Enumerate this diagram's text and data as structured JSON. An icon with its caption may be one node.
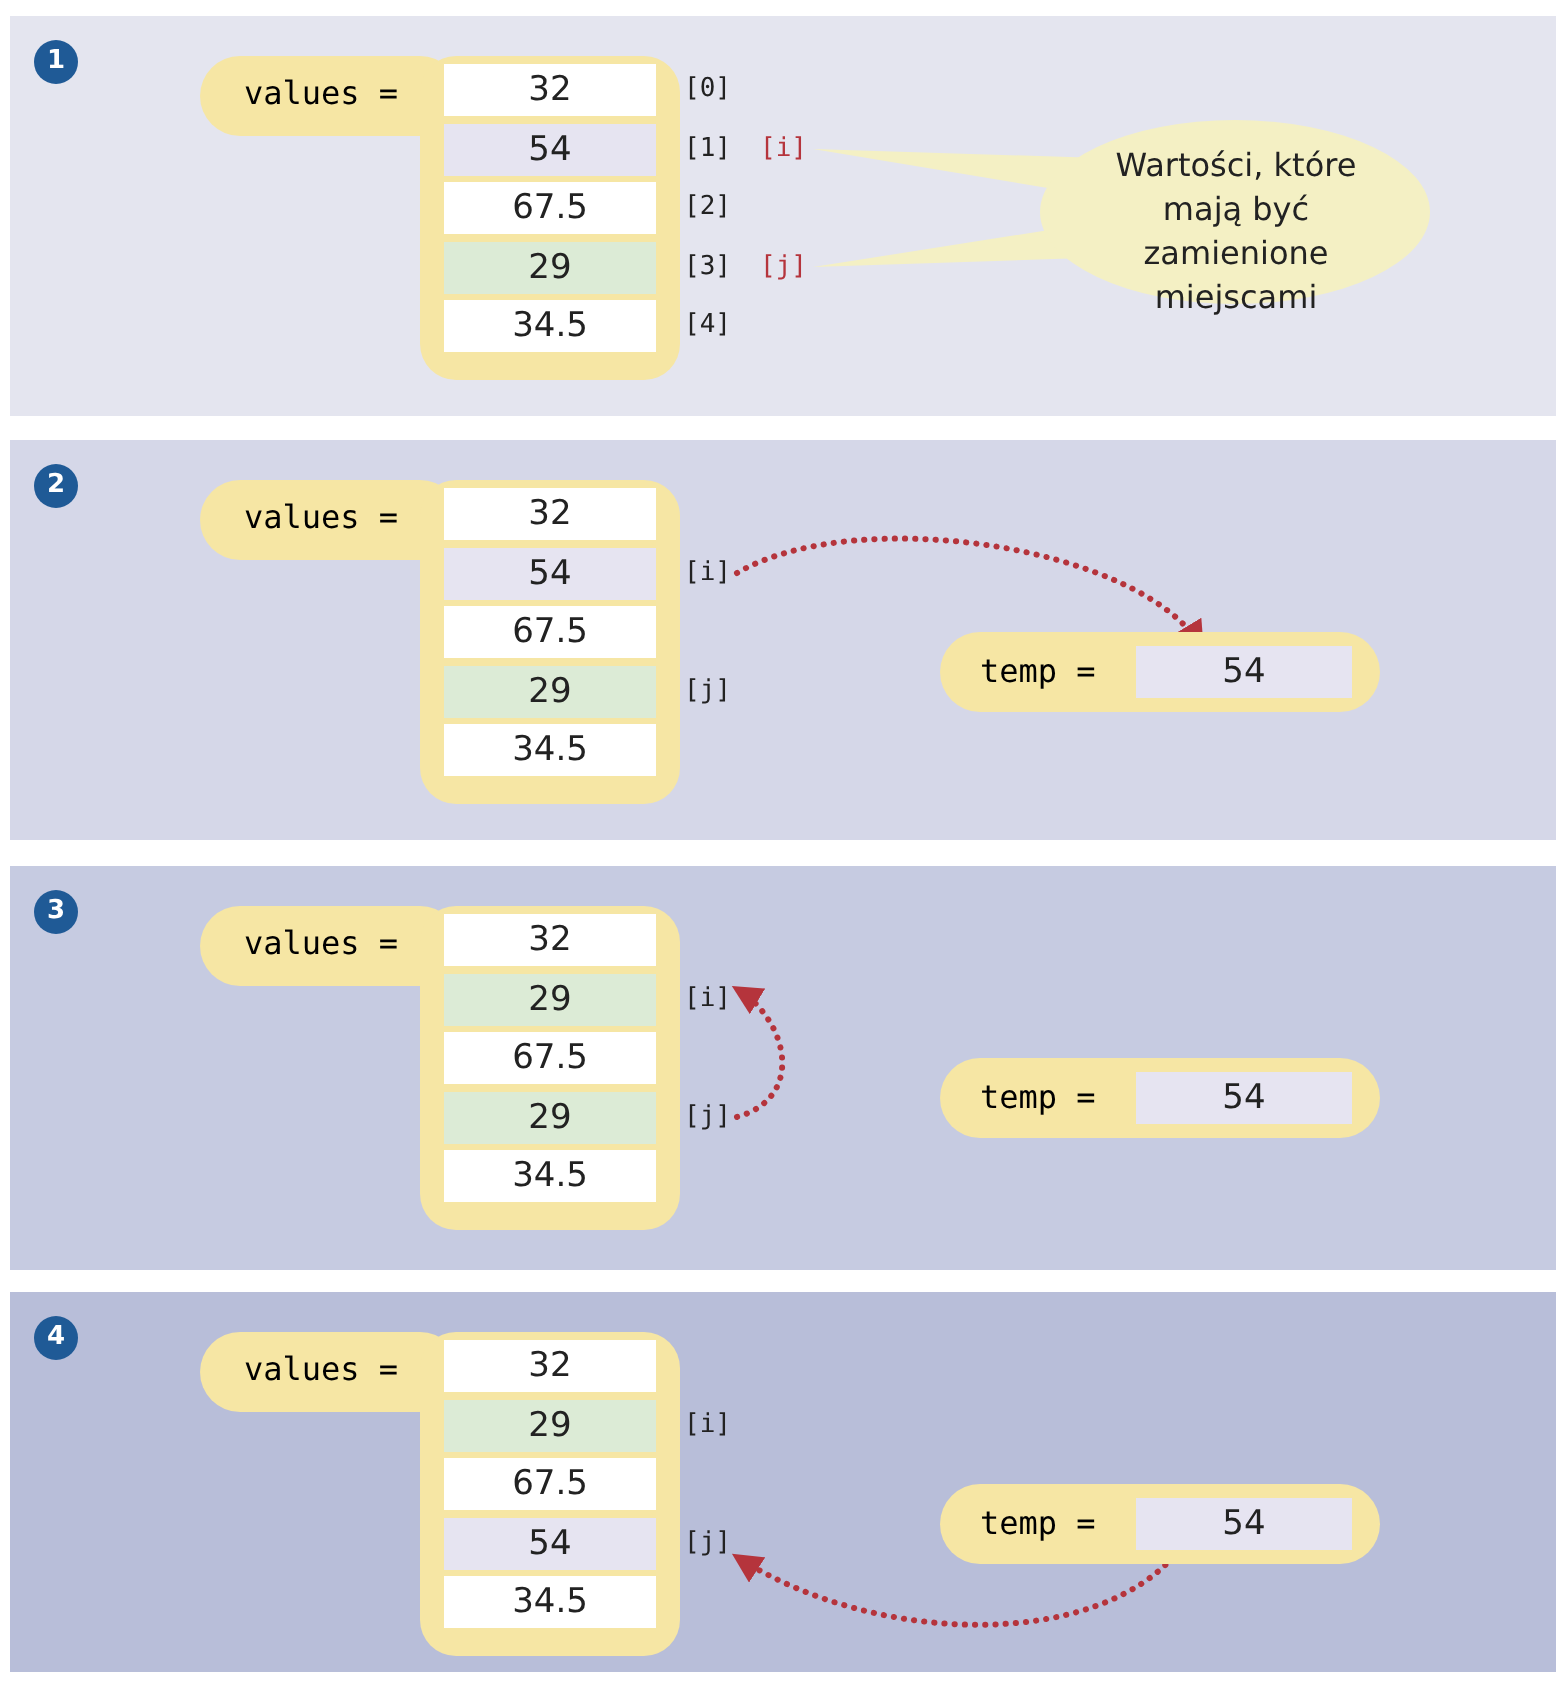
{
  "diagram": {
    "nodes": [
      {
        "text": [
          "1"
        ]
      },
      {
        "text": [
          "values ="
        ]
      },
      {
        "text": [
          "32"
        ],
        "in": 1
      },
      {
        "text": [
          "54"
        ],
        "in": 1
      },
      {
        "text": [
          "67.5"
        ],
        "in": 1
      },
      {
        "text": [
          "29"
        ],
        "in": 1
      },
      {
        "text": [
          "34.5"
        ],
        "in": 1
      },
      {
        "text": [
          "[i]"
        ]
      },
      {
        "text": [
          "[j]"
        ]
      },
      {
        "text": [
          "Wartości, które mają być zamienione miejscami"
        ]
      },
      {
        "text": [
          "2"
        ]
      },
      {
        "text": [
          "values ="
        ]
      },
      {
        "text": [
          "32"
        ],
        "in": 11
      },
      {
        "text": [
          "54"
        ],
        "in": 11
      },
      {
        "text": [
          "67.5"
        ],
        "in": 11
      },
      {
        "text": [
          "29"
        ],
        "in": 11
      },
      {
        "text": [
          "34.5"
        ],
        "in": 11
      },
      {
        "text": [
          "[i]"
        ]
      },
      {
        "text": [
          "[j]"
        ]
      },
      {
        "text": [
          "temp ="
        ]
      },
      {
        "text": [
          "54"
        ],
        "in": 19
      },
      {
        "text": [
          "3"
        ]
      },
      {
        "text": [
          "values ="
        ]
      },
      {
        "text": [
          "32"
        ],
        "in": 22
      },
      {
        "text": [
          "29"
        ],
        "in": 22
      },
      {
        "text": [
          "67.5"
        ],
        "in": 22
      },
      {
        "text": [
          "29"
        ],
        "in": 22
      },
      {
        "text": [
          "34.5"
        ],
        "in": 22
      },
      {
        "text": [
          "[i]"
        ]
      },
      {
        "text": [
          "[j]"
        ]
      },
      {
        "text": [
          "temp ="
        ]
      },
      {
        "text": [
          "54"
        ],
        "in": 30
      },
      {
        "text": [
          "4"
        ]
      },
      {
        "text": [
          "values ="
        ]
      },
      {
        "text": [
          "32"
        ],
        "in": 33
      },
      {
        "text": [
          "29"
        ],
        "in": 33
      },
      {
        "text": [
          "67.5"
        ],
        "in": 33
      },
      {
        "text": [
          "54"
        ],
        "in": 33
      },
      {
        "text": [
          "34.5"
        ],
        "in": 33
      },
      {
        "text": [
          "[i]"
        ]
      },
      {
        "text": [
          "[j]"
        ]
      },
      {
        "text": [
          "temp ="
        ]
      },
      {
        "text": [
          "54"
        ],
        "in": 41
      }
    ],
    "edges": [
      {
        "from": 9,
        "to": 7,
        "arrow": "none",
        "color": "#f4f0c4"
      },
      {
        "from": 9,
        "to": 8,
        "arrow": "none",
        "color": "#f4f0c4"
      },
      {
        "from": 17,
        "to": 20,
        "arrow": "to",
        "style": "dashed"
      },
      {
        "from": 29,
        "to": 28,
        "arrow": "to",
        "style": "dashed"
      },
      {
        "from": 42,
        "to": 40,
        "arrow": "to",
        "style": "dashed"
      }
    ],
    "labels": [
      "[0]",
      "[1]",
      "[2]",
      "[3]",
      "[4]"
    ]
  }
}
